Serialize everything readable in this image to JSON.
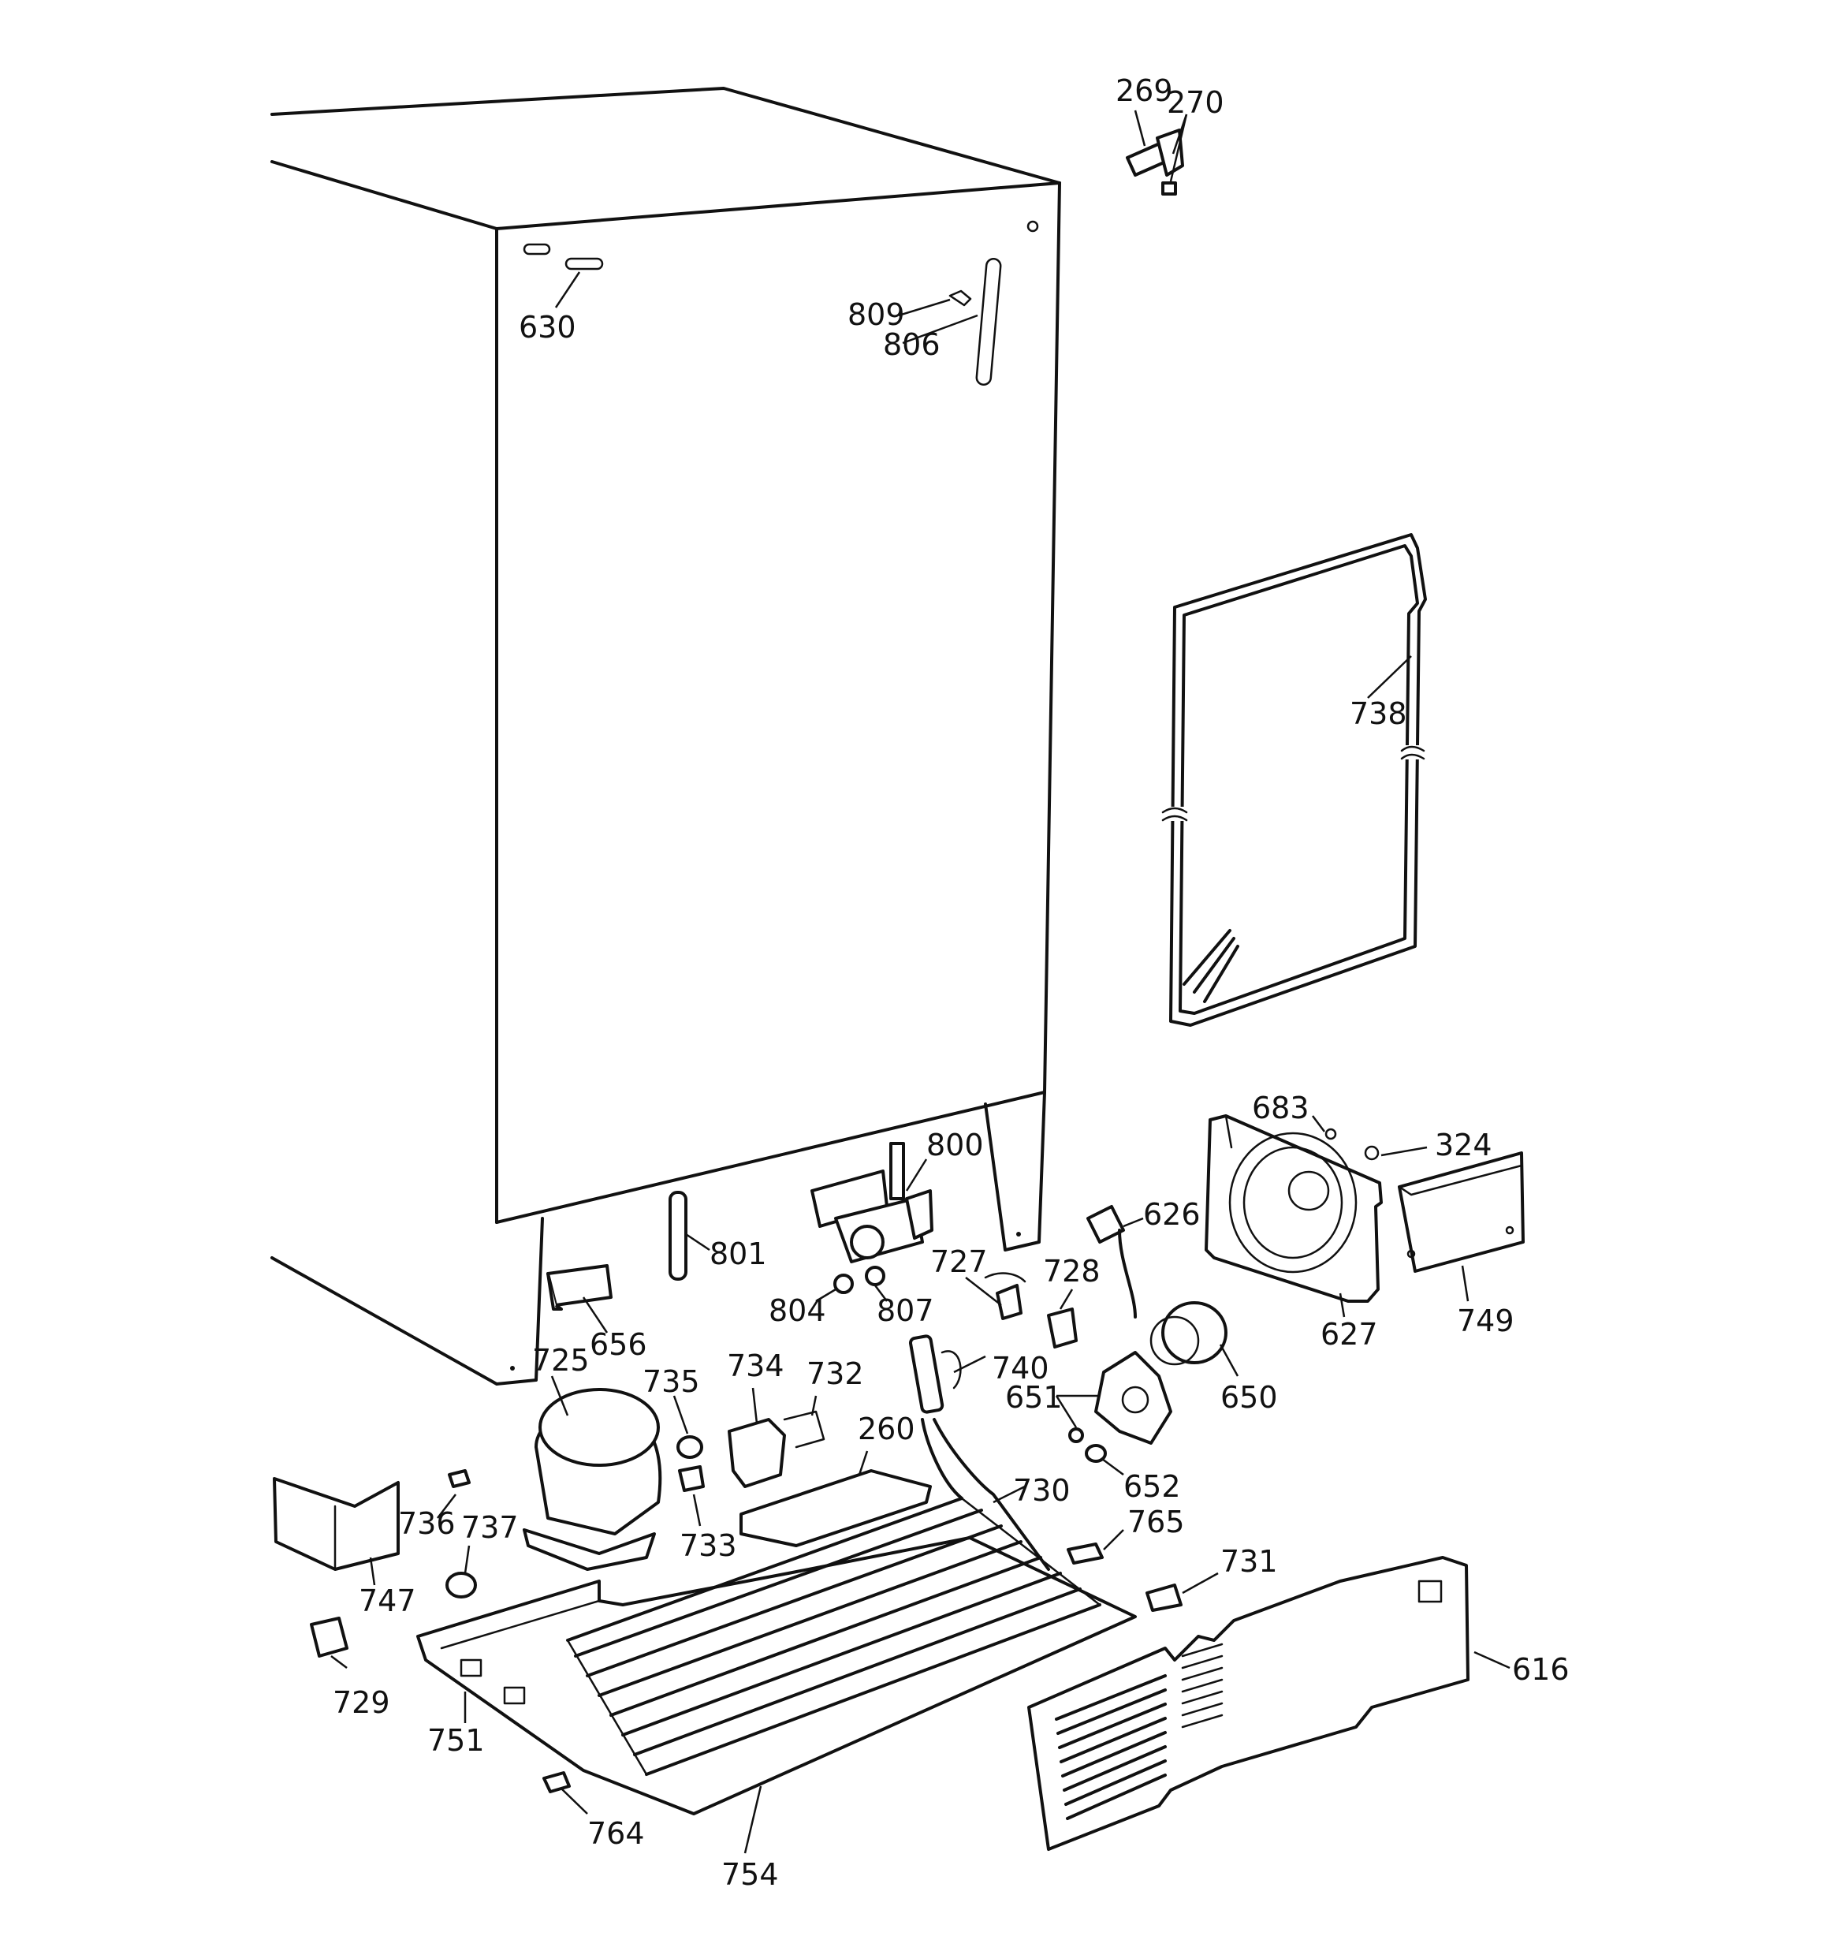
{
  "part_labels": {
    "p269": "269",
    "p270": "270",
    "p630": "630",
    "p809": "809",
    "p806": "806",
    "p738": "738",
    "p800": "800",
    "p801": "801",
    "p683": "683",
    "p324": "324",
    "p626": "626",
    "p727": "727",
    "p728": "728",
    "p656": "656",
    "p804": "804",
    "p807": "807",
    "p627": "627",
    "p749": "749",
    "p725": "725",
    "p735": "735",
    "p734": "734",
    "p732": "732",
    "p740": "740",
    "p651": "651",
    "p650": "650",
    "p260": "260",
    "p730": "730",
    "p652": "652",
    "p765": "765",
    "p736": "736",
    "p737": "737",
    "p733": "733",
    "p731": "731",
    "p747": "747",
    "p616": "616",
    "p729": "729",
    "p751": "751",
    "p764": "764",
    "p754": "754"
  }
}
